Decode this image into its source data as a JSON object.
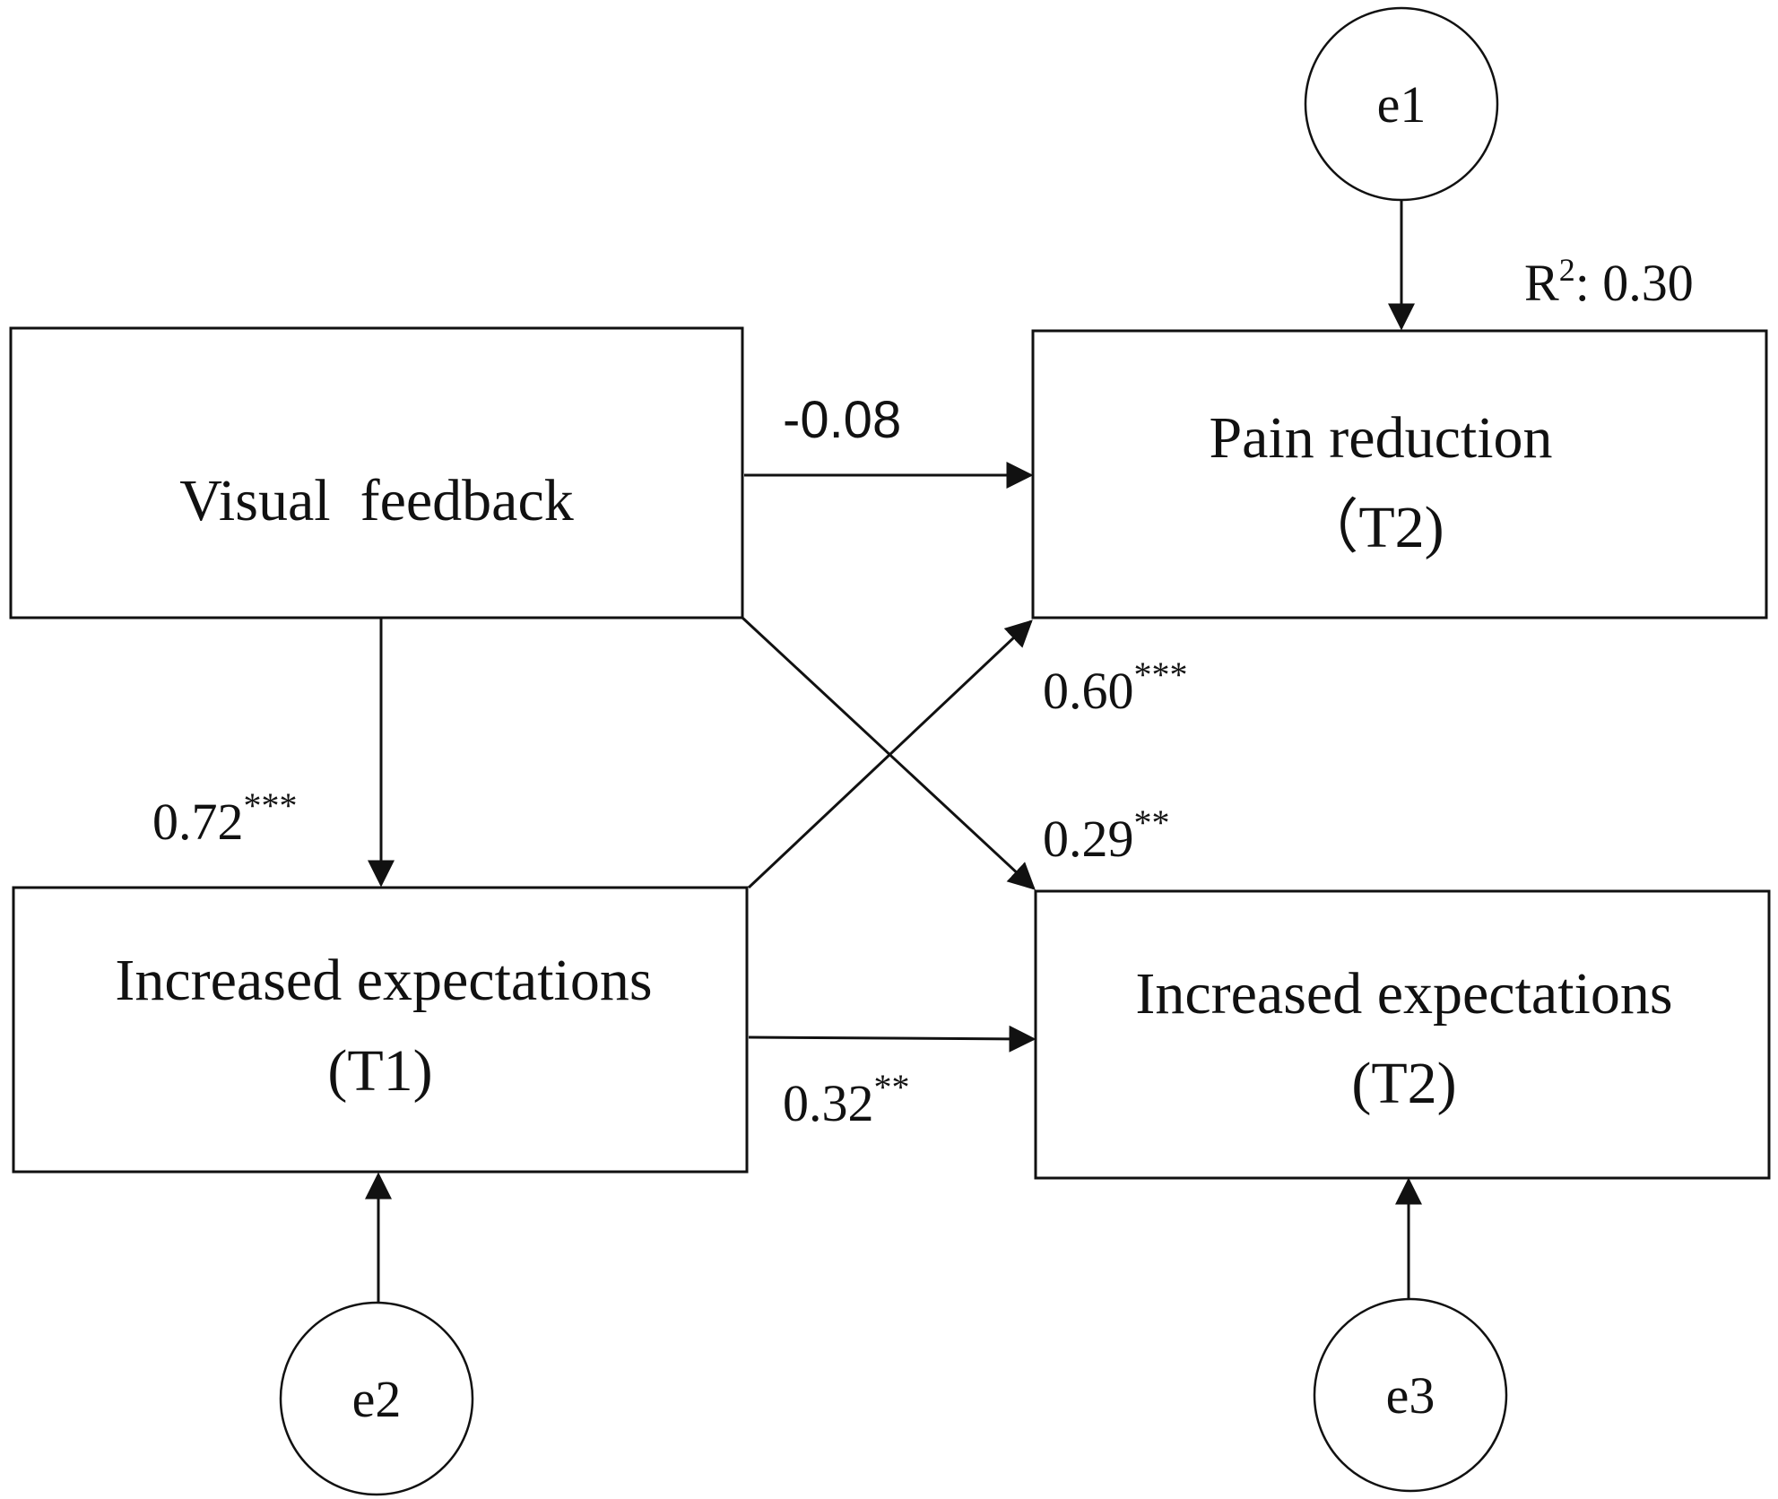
{
  "colors": {
    "stroke": "#111111",
    "background": "#ffffff"
  },
  "nodes": {
    "visual_feedback": {
      "line1": "Visual  feedback"
    },
    "pain_reduction": {
      "line1": "Pain reduction",
      "line2": "（T2)"
    },
    "expect_t1": {
      "line1": "Increased expectations",
      "line2": "(T1)"
    },
    "expect_t2": {
      "line1": "Increased expectations",
      "line2": "(T2)"
    }
  },
  "errors": {
    "e1": "e1",
    "e2": "e2",
    "e3": "e3"
  },
  "r_squared": {
    "label": "R",
    "sup": "2",
    "value": ": 0.30"
  },
  "paths": {
    "vf_to_pain": {
      "value": "-0.08",
      "stars": ""
    },
    "et1_to_pain": {
      "value": "0.60",
      "stars": "***"
    },
    "vf_to_et1": {
      "value": "0.72",
      "stars": "***"
    },
    "vf_to_et2": {
      "value": "0.29",
      "stars": "**"
    },
    "et1_to_et2": {
      "value": "0.32",
      "stars": "**"
    }
  }
}
